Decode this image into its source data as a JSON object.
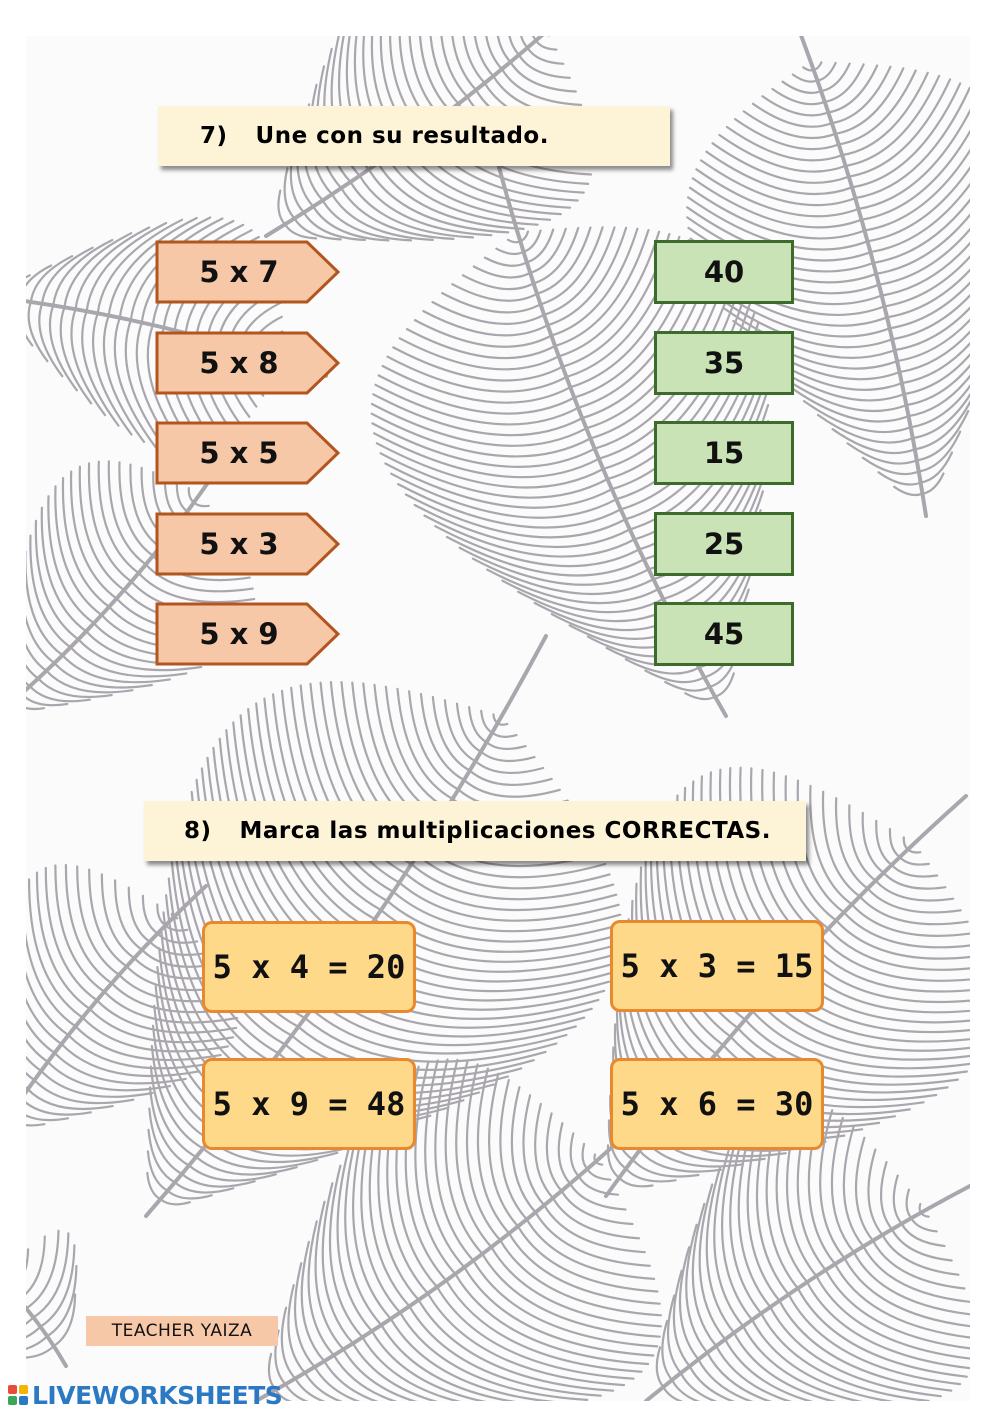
{
  "exercise7": {
    "number": "7)",
    "instruction": "Une con su resultado.",
    "operations": [
      "5 x 7",
      "5 x 8",
      "5 x 5",
      "5 x 3",
      "5 x 9"
    ],
    "results": [
      "40",
      "35",
      "15",
      "25",
      "45"
    ]
  },
  "exercise8": {
    "number": "8)",
    "instruction": "Marca las multiplicaciones CORRECTAS.",
    "equations": [
      "5 x 4 = 20",
      "5 x 3 = 15",
      "5 x 9 = 48",
      "5 x 6 = 30"
    ]
  },
  "footer": {
    "author": "TEACHER YAIZA",
    "logo_text": "LIVEWORKSHEETS",
    "logo_icon": "liveworksheets-grid-icon"
  },
  "colors": {
    "operation_fill": "#f6c8a8",
    "operation_border": "#b3551f",
    "result_fill": "#c9e2b6",
    "result_border": "#3d6b2c",
    "equation_fill": "#ffd98a",
    "equation_border": "#e8892f",
    "banner_fill": "#fdf3d6",
    "feather": "#a9a6ad"
  }
}
